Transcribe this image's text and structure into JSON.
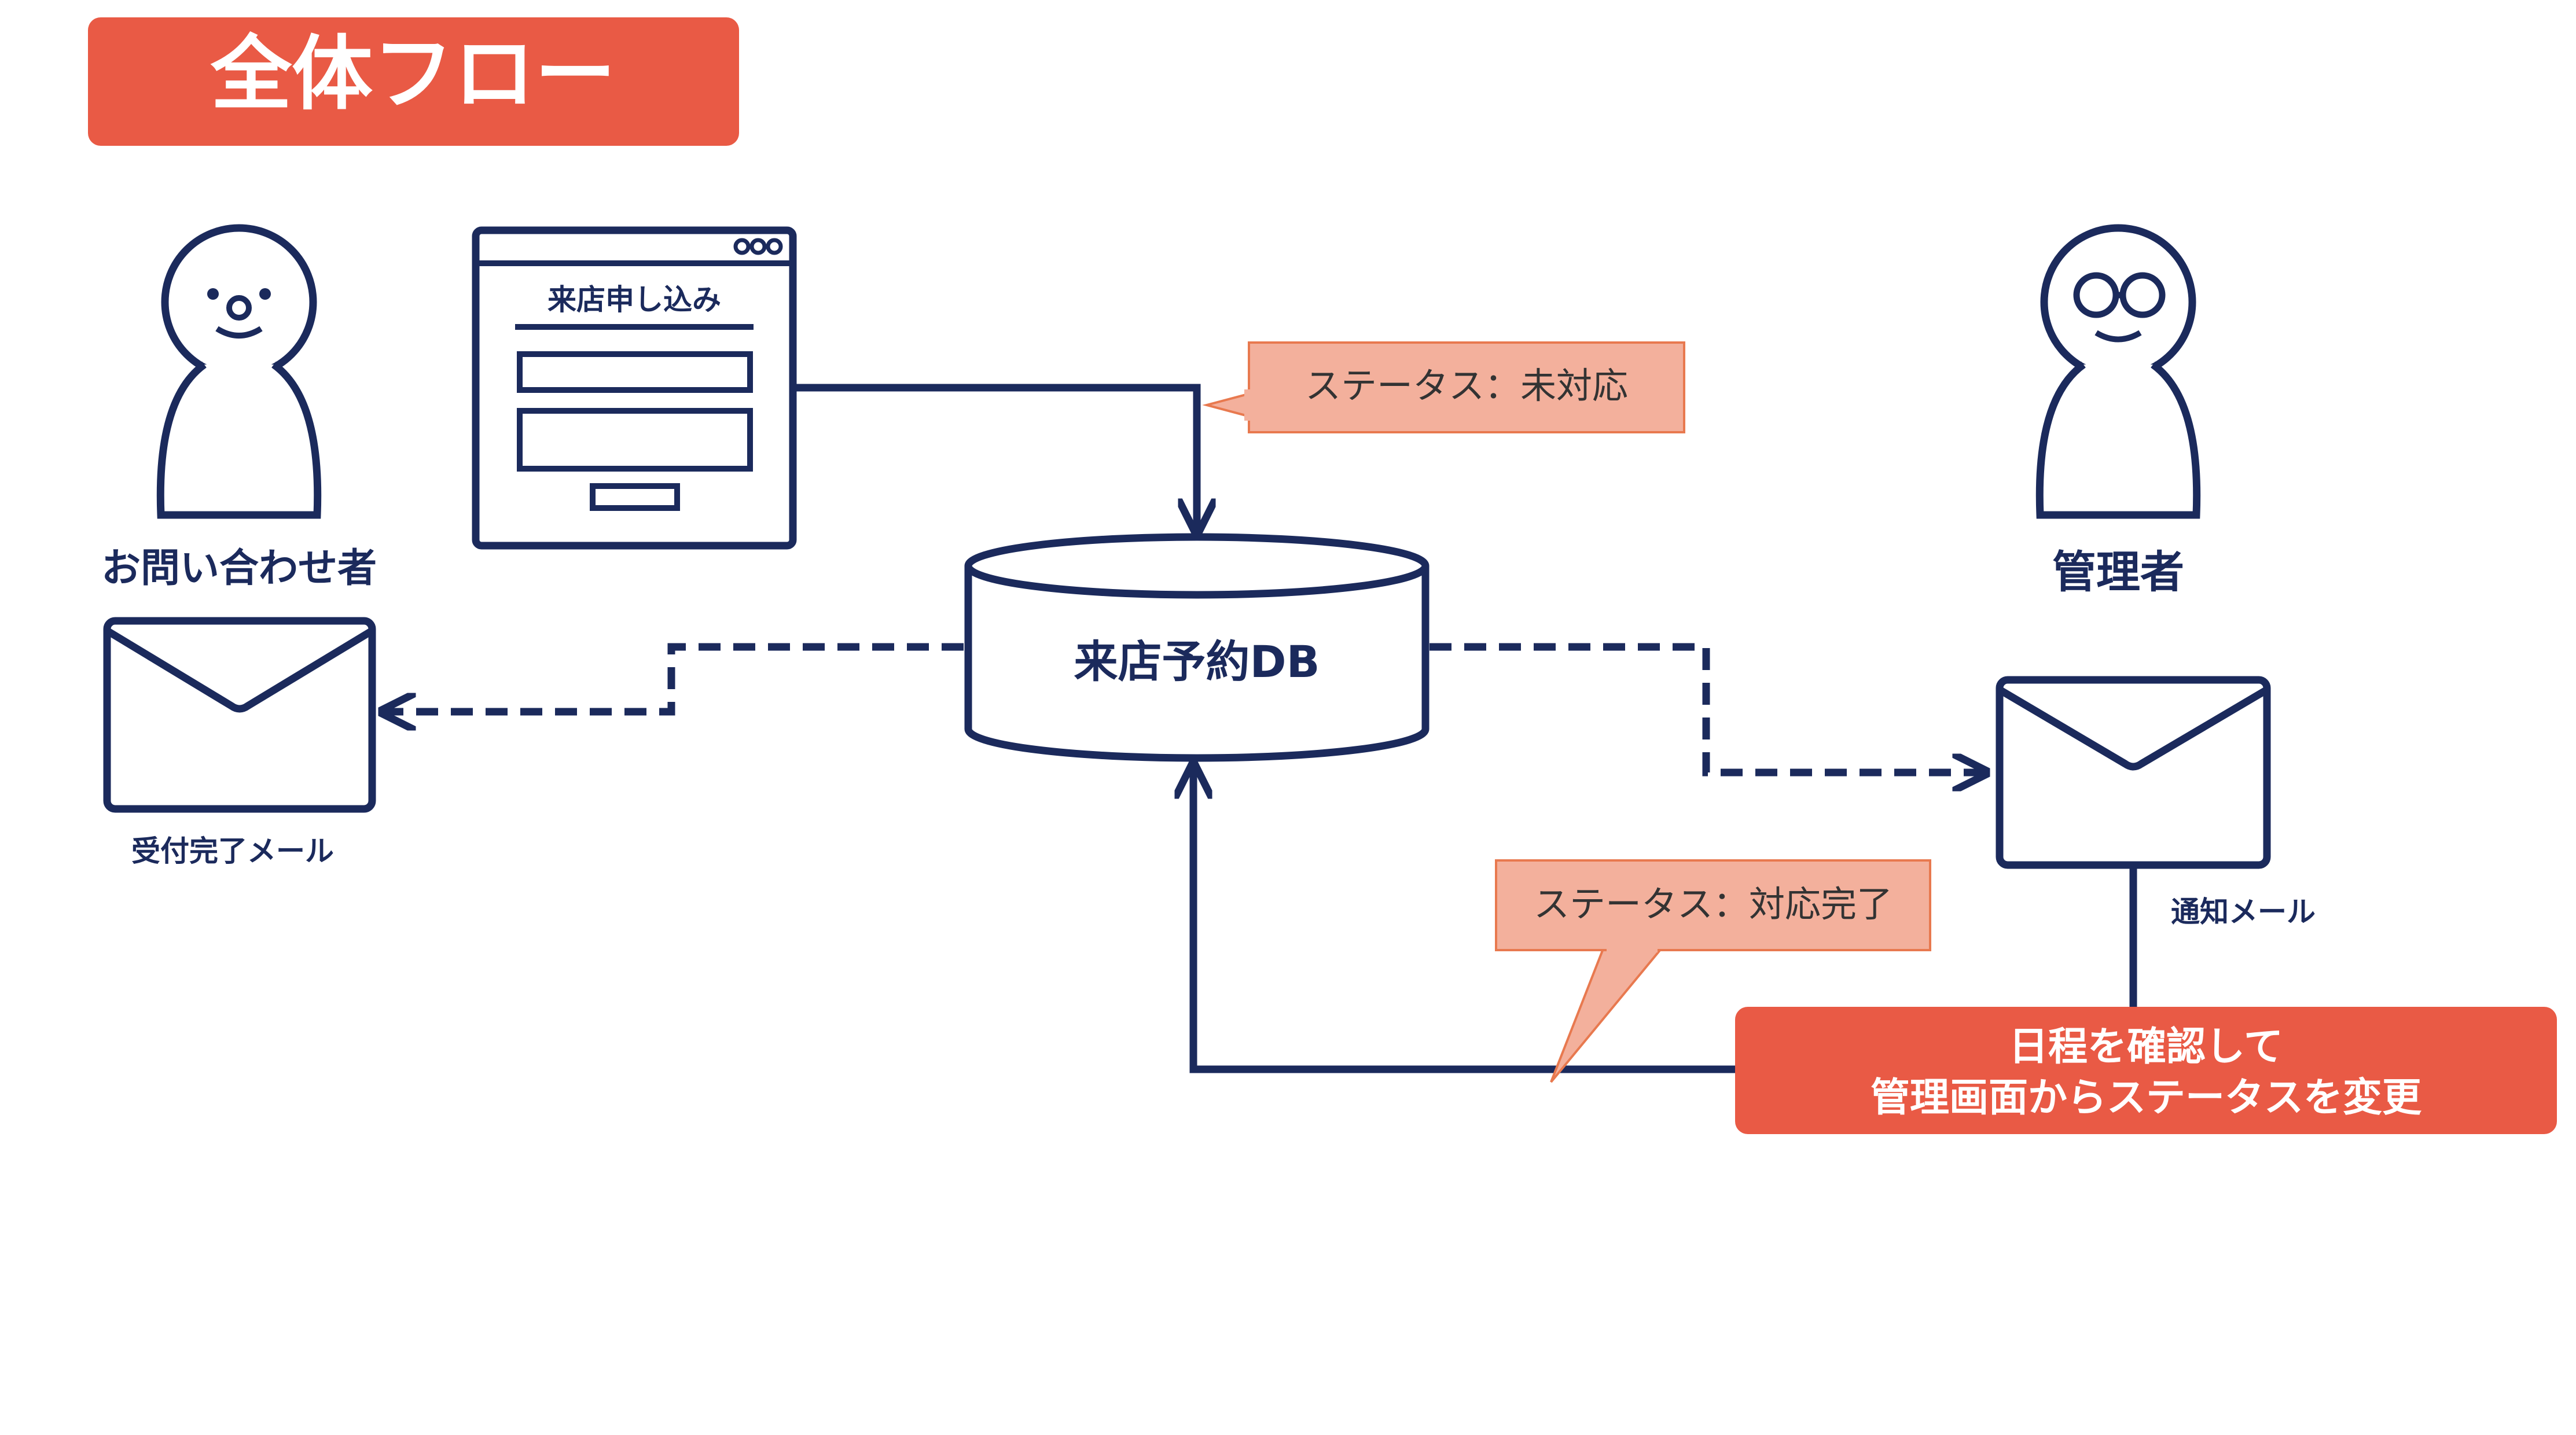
{
  "title": "全体フロー",
  "form": {
    "label": "来店申し込み"
  },
  "database": {
    "label": "来店予約DB"
  },
  "actors": {
    "inquirer": "お問い合わせ者",
    "admin": "管理者"
  },
  "emails": {
    "receipt": "受付完了メール",
    "notice": "通知メール"
  },
  "statuses": {
    "initial": "ステータス：未対応",
    "complete": "ステータス：対応完了"
  },
  "action": {
    "line1": "日程を確認して",
    "line2": "管理画面からステータスを変更"
  },
  "colors": {
    "navy": "#1b2a5c",
    "accent_red": "#e95a45",
    "callout_fill": "#f3b09c",
    "callout_border": "#e8794f"
  }
}
